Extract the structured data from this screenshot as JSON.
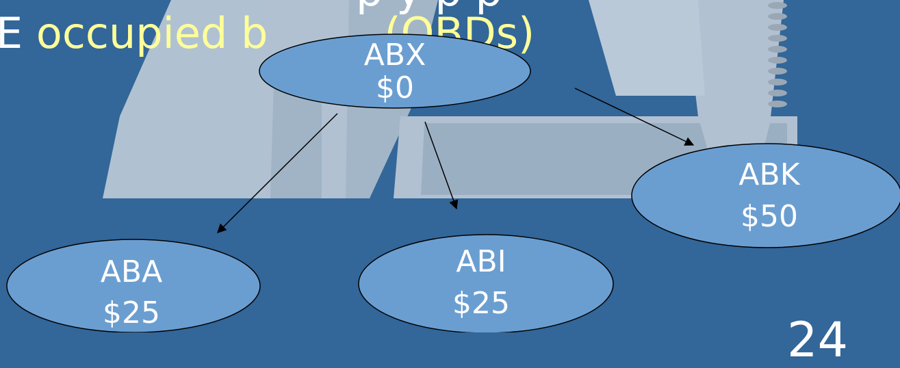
{
  "title": {
    "line1": "p                 y   p   p",
    "line2_prefix": "E ",
    "line2_highlight": "occupied b",
    "line2_tail": "(OBDs)"
  },
  "nodes": [
    {
      "id": "abx",
      "name": "ABX",
      "value": "$0"
    },
    {
      "id": "aba",
      "name": "ABA",
      "value": "$25"
    },
    {
      "id": "abi",
      "name": "ABI",
      "value": "$25"
    },
    {
      "id": "abk",
      "name": "ABK",
      "value": "$50"
    }
  ],
  "edges": [
    {
      "from": "ABX",
      "to": "ABA"
    },
    {
      "from": "ABX",
      "to": "ABI"
    },
    {
      "from": "ABX",
      "to": "ABK"
    }
  ],
  "slide_number": "24",
  "colors": {
    "background": "#336699",
    "node_fill": "#6b9ed0",
    "node_stroke": "#000000",
    "title_highlight": "#ffff99",
    "clipart": "#c7d2dc"
  }
}
